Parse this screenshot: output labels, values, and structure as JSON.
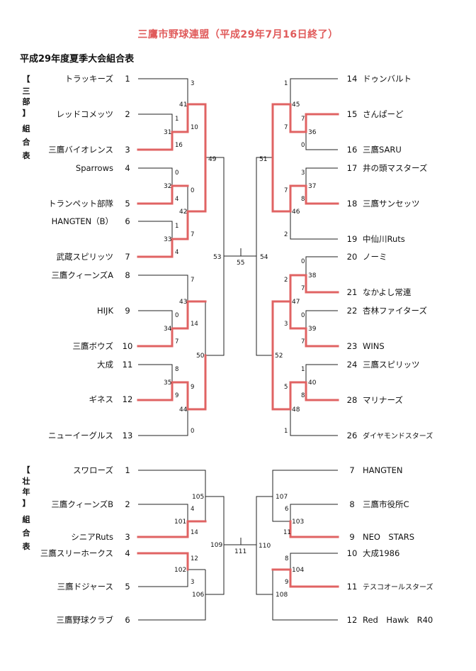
{
  "title": "三鷹市野球連盟（平成29年7月16日終了）",
  "subtitle": "平成29年度夏季大会組合表",
  "division1": {
    "label_chars": [
      "【",
      "三",
      "部",
      "】",
      "組",
      "合",
      "表"
    ],
    "left_teams": [
      {
        "name": "トラッキーズ",
        "seed": "1"
      },
      {
        "name": "レッドコメッツ",
        "seed": "2"
      },
      {
        "name": "三鷹バイオレンス",
        "seed": "3"
      },
      {
        "name": "Sparrows",
        "seed": "4"
      },
      {
        "name": "トランペット部隊",
        "seed": "5"
      },
      {
        "name": "HANGTEN（B）",
        "seed": "6"
      },
      {
        "name": "武蔵スピリッツ",
        "seed": "7"
      },
      {
        "name": "三鷹クィーンズA",
        "seed": "8"
      },
      {
        "name": "HIJK",
        "seed": "9"
      },
      {
        "name": "三鷹ボウズ",
        "seed": "10"
      },
      {
        "name": "大成",
        "seed": "11"
      },
      {
        "name": "ギネス",
        "seed": "12"
      },
      {
        "name": "ニューイーグルス",
        "seed": "13"
      }
    ],
    "right_teams": [
      {
        "name": "ドゥンバルト",
        "seed": "14"
      },
      {
        "name": "さんぱーど",
        "seed": "15"
      },
      {
        "name": "三鷹SARU",
        "seed": "16"
      },
      {
        "name": "井の頭マスターズ",
        "seed": "17"
      },
      {
        "name": "三鷹サンセッツ",
        "seed": "18"
      },
      {
        "name": "中仙川Ruts",
        "seed": "19"
      },
      {
        "name": "ノーミ",
        "seed": "20"
      },
      {
        "name": "なかよし常連",
        "seed": "21"
      },
      {
        "name": "杏林ファイターズ",
        "seed": "22"
      },
      {
        "name": "WINS",
        "seed": "23"
      },
      {
        "name": "三鷹スピリッツ",
        "seed": "24"
      },
      {
        "name": "マリナーズ",
        "seed": "28"
      },
      {
        "name": "ダイヤモンドスターズ",
        "seed": "26"
      }
    ],
    "matches": {
      "m31": {
        "no": "31",
        "a": "1",
        "b": "16"
      },
      "m32": {
        "no": "32",
        "a": "0",
        "b": "4"
      },
      "m33": {
        "no": "33",
        "a": "1",
        "b": "4"
      },
      "m34": {
        "no": "34",
        "a": "0",
        "b": "7"
      },
      "m35": {
        "no": "35",
        "a": "8",
        "b": "9"
      },
      "m41": {
        "no": "41",
        "a": "3",
        "b": "10"
      },
      "m42": {
        "no": "42",
        "a": "0",
        "b": "7"
      },
      "m43": {
        "no": "43",
        "a": "7",
        "b": "14"
      },
      "m44": {
        "no": "44",
        "a": "9",
        "b": "0"
      },
      "m49": {
        "no": "49"
      },
      "m50": {
        "no": "50"
      },
      "m53": {
        "no": "53"
      },
      "m36": {
        "no": "36",
        "a": "7",
        "b": "0"
      },
      "m37": {
        "no": "37",
        "a": "3",
        "b": "8"
      },
      "m38": {
        "no": "38",
        "a": "0",
        "b": "7"
      },
      "m39": {
        "no": "39",
        "a": "0",
        "b": "7"
      },
      "m40": {
        "no": "40",
        "a": "1",
        "b": "8"
      },
      "m45": {
        "no": "45",
        "a": "1",
        "b": "7"
      },
      "m46": {
        "no": "46",
        "a": "7",
        "b": "2"
      },
      "m47": {
        "no": "47",
        "a": "2",
        "b": "3"
      },
      "m48": {
        "no": "48",
        "a": "5",
        "b": "1"
      },
      "m51": {
        "no": "51"
      },
      "m52": {
        "no": "52"
      },
      "m54": {
        "no": "54"
      },
      "final": {
        "no": "55"
      }
    }
  },
  "division2": {
    "label_chars": [
      "【",
      "壮",
      "年",
      "】",
      "組",
      "合",
      "表"
    ],
    "left_teams": [
      {
        "name": "スワローズ",
        "seed": "1"
      },
      {
        "name": "三鷹クィーンズB",
        "seed": "2"
      },
      {
        "name": "シニアRuts",
        "seed": "3"
      },
      {
        "name": "三鷹スリーホークス",
        "seed": "4"
      },
      {
        "name": "三鷹ドジャース",
        "seed": "5"
      },
      {
        "name": "三鷹野球クラブ",
        "seed": "6"
      }
    ],
    "right_teams": [
      {
        "name": "HANGTEN",
        "seed": "7"
      },
      {
        "name": "三鷹市役所C",
        "seed": "8"
      },
      {
        "name": "NEO　STARS",
        "seed": "9"
      },
      {
        "name": "大成1986",
        "seed": "10"
      },
      {
        "name": "テスコオールスターズ",
        "seed": "11"
      },
      {
        "name": "Red　Hawk　R40",
        "seed": "12"
      }
    ],
    "matches": {
      "m101": {
        "no": "101",
        "a": "4",
        "b": "14"
      },
      "m102": {
        "no": "102",
        "a": "12",
        "b": "3"
      },
      "m105": {
        "no": "105"
      },
      "m106": {
        "no": "106"
      },
      "m109": {
        "no": "109"
      },
      "m103": {
        "no": "103",
        "a": "6",
        "b": "11"
      },
      "m104": {
        "no": "104",
        "a": "8",
        "b": "9"
      },
      "m107": {
        "no": "107"
      },
      "m108": {
        "no": "108"
      },
      "m110": {
        "no": "110"
      },
      "final": {
        "no": "111"
      }
    }
  }
}
